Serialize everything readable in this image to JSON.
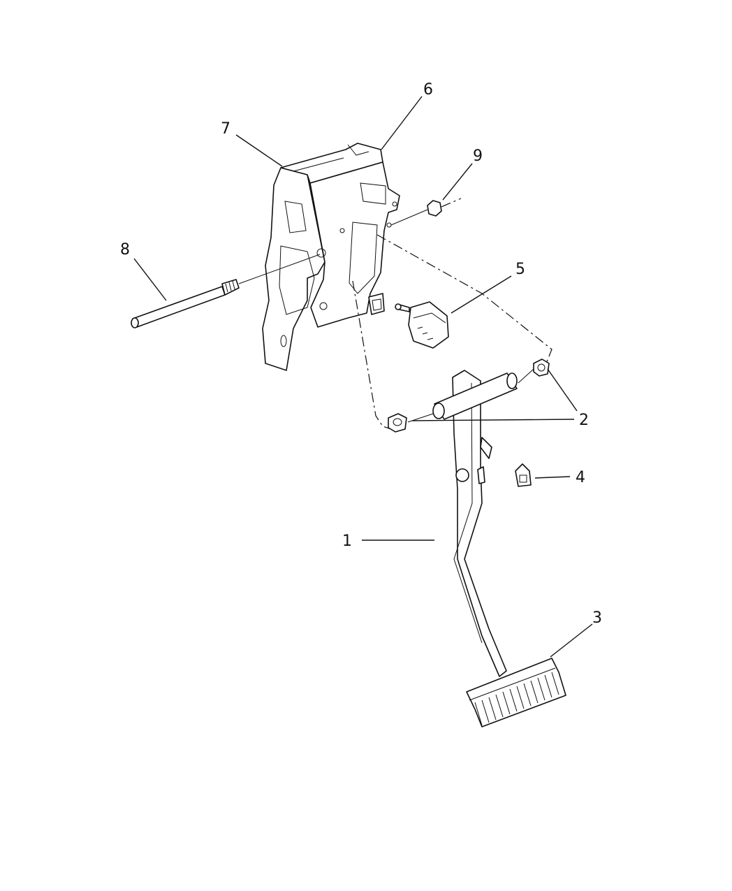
{
  "callouts": [
    {
      "id": "1",
      "label": "1"
    },
    {
      "id": "2a",
      "label": "2"
    },
    {
      "id": "2b",
      "label": "2"
    },
    {
      "id": "3",
      "label": "3"
    },
    {
      "id": "4",
      "label": "4"
    },
    {
      "id": "5",
      "label": "5"
    },
    {
      "id": "6",
      "label": "6"
    },
    {
      "id": "7",
      "label": "7"
    },
    {
      "id": "8",
      "label": "8"
    },
    {
      "id": "9",
      "label": "9"
    }
  ],
  "parts": {
    "1": "brake-pedal-arm",
    "2": "pedal-bushing",
    "3": "pedal-pad",
    "4": "retainer-clip",
    "5": "stop-lamp-switch",
    "6": "pedal-bracket",
    "7": "support-bracket",
    "8": "pivot-bolt",
    "9": "nut"
  }
}
